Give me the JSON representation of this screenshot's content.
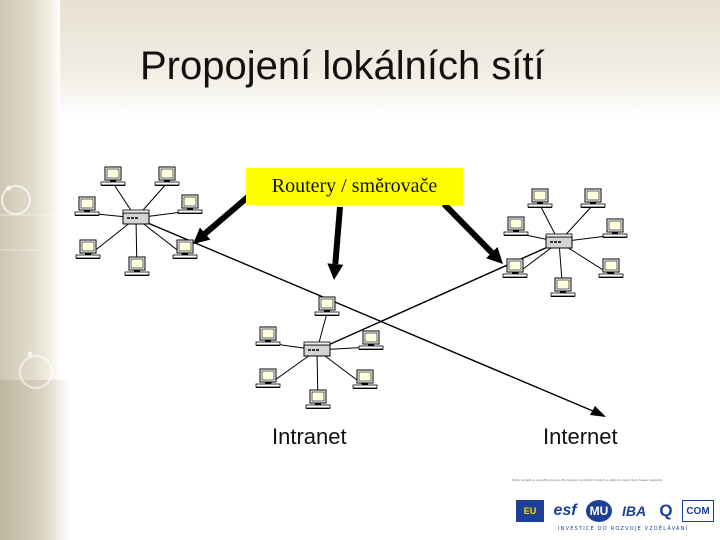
{
  "slide": {
    "title": "Propojení lokálních sítí"
  },
  "diagram": {
    "router_label": "Routery / směrovače",
    "networks": [
      {
        "id": "left",
        "label": ""
      },
      {
        "id": "intranet",
        "label": "Intranet"
      },
      {
        "id": "right",
        "label": ""
      },
      {
        "id": "internet",
        "label": "Internet"
      }
    ],
    "connections": [
      {
        "from": "left-router",
        "to": "internet"
      },
      {
        "from": "intranet-router",
        "to": "right-router"
      }
    ],
    "arrows": [
      {
        "from": "router-label",
        "to": "left-router"
      },
      {
        "from": "router-label",
        "to": "intranet-router"
      },
      {
        "from": "router-label",
        "to": "right-router"
      }
    ],
    "icon_names": {
      "computer": "computer-icon",
      "router": "router-icon"
    },
    "colors": {
      "label_bg": "#ffff00",
      "line": "#000000",
      "computer_screen": "#ffffdd"
    }
  },
  "footer": {
    "note": "Tento projekt je spolufinancován Evropským sociálním fondem a státním rozpočtem České republiky",
    "logos": [
      "EU",
      "esf",
      "MU",
      "IBA",
      "Q",
      "COM"
    ],
    "slogan": "INVESTICE DO ROZVOJE VZDĚLÁVÁNÍ"
  }
}
